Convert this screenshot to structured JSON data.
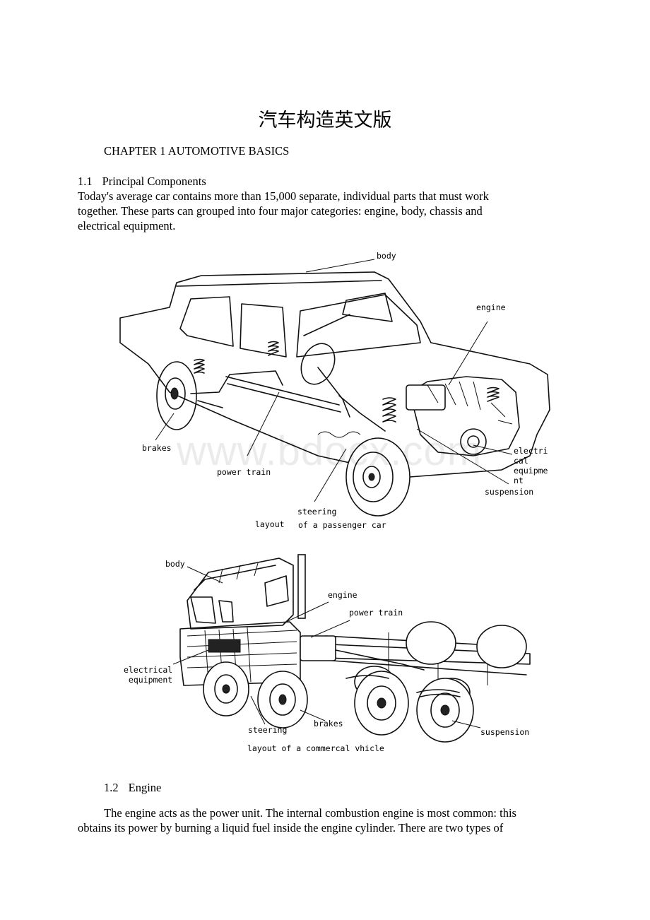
{
  "document": {
    "title": "汽车构造英文版",
    "chapter": "CHAPTER 1 AUTOMOTIVE BASICS",
    "section_1_1": {
      "number": "1.1",
      "heading": "Principal Components"
    },
    "para_1": [
      "Today's average car contains more than 15,000 separate, individual parts that must work",
      "together. These parts can grouped into four major categories: engine, body, chassis and",
      "electrical equipment."
    ],
    "section_1_2": {
      "number": "1.2",
      "heading": "Engine"
    },
    "para_2": [
      "The engine acts as the power unit. The internal combustion engine is most common: this",
      "obtains its power by burning a liquid fuel inside the engine cylinder. There are two types of"
    ]
  },
  "figure_car": {
    "labels": {
      "body": "body",
      "engine": "engine",
      "brakes": "brakes",
      "power_train": "power train",
      "electrical": "electri\ncal\nequipme\nnt",
      "suspension": "suspension",
      "steering": "steering",
      "caption_left": "layout",
      "caption_right": "of a passenger car"
    }
  },
  "figure_truck": {
    "labels": {
      "body": "body",
      "engine": "engine",
      "power_train": "power train",
      "electrical": "electrical\n equipment",
      "brakes": "brakes",
      "steering": "steering",
      "suspension": "suspension",
      "caption": "layout of a commercal vhicle"
    }
  },
  "watermark": "www.bdocx.com"
}
